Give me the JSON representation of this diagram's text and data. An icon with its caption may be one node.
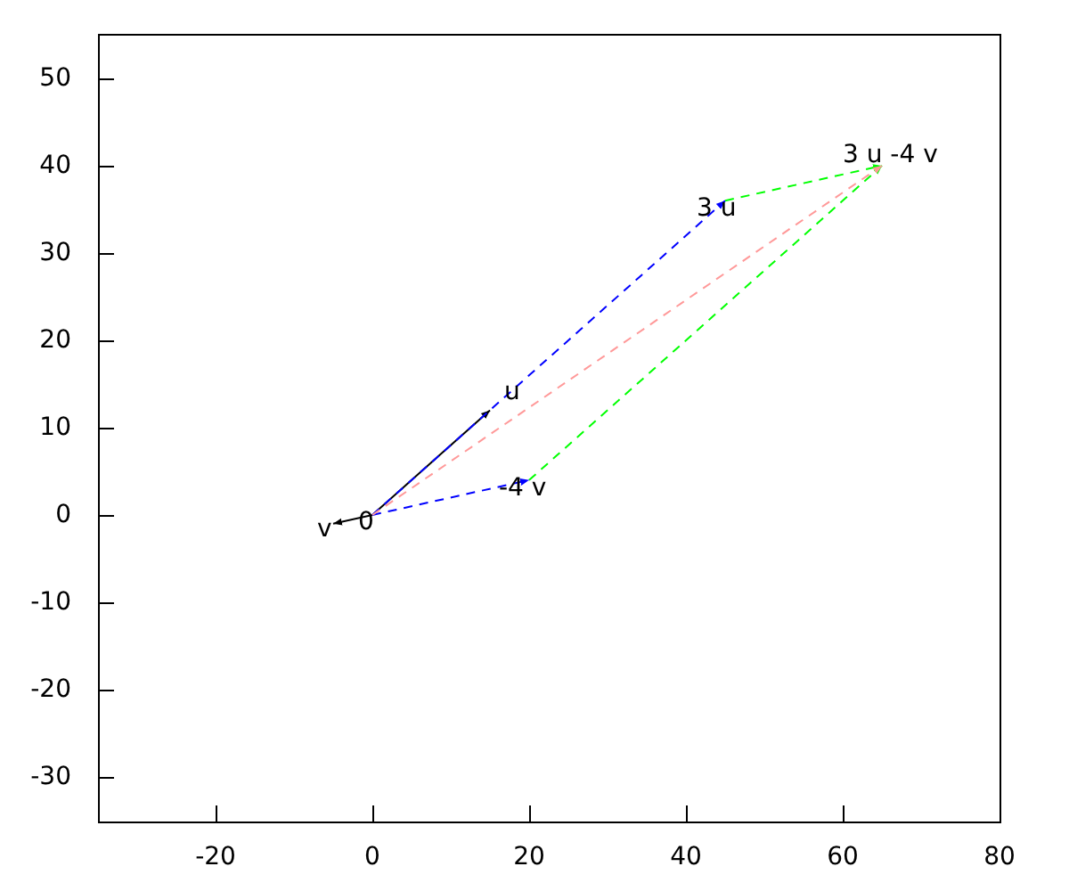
{
  "diagram": {
    "nodes": [
      {
        "text": [
          "3 u -4 v"
        ]
      },
      {
        "text": [
          "3 u"
        ]
      },
      {
        "text": [
          "u"
        ]
      },
      {
        "text": [
          "-4 v"
        ]
      },
      {
        "text": [
          "v"
        ]
      },
      {
        "text": [
          "0"
        ]
      }
    ],
    "edges": [
      {
        "from": 5,
        "to": 2,
        "arrow": "to"
      },
      {
        "from": 5,
        "to": 4,
        "arrow": "to"
      },
      {
        "from": 5,
        "to": 1,
        "arrow": "to",
        "style": "dashed",
        "color": "#0000ff"
      },
      {
        "from": 5,
        "to": 3,
        "arrow": "to",
        "style": "dashed",
        "color": "#0000ff"
      },
      {
        "from": 1,
        "to": 0,
        "arrow": "to",
        "style": "dashed",
        "color": "#00ff00"
      },
      {
        "from": 3,
        "to": 0,
        "arrow": "to",
        "style": "dashed",
        "color": "#00ff00"
      },
      {
        "from": 5,
        "to": 0,
        "arrow": "to",
        "style": "dashed",
        "color": "#ff9999"
      }
    ],
    "labels": [
      "50",
      "40",
      "30",
      "20",
      "10",
      "0",
      "-10",
      "-20",
      "-30",
      "-20",
      "0",
      "20",
      "40",
      "60",
      "80"
    ]
  }
}
